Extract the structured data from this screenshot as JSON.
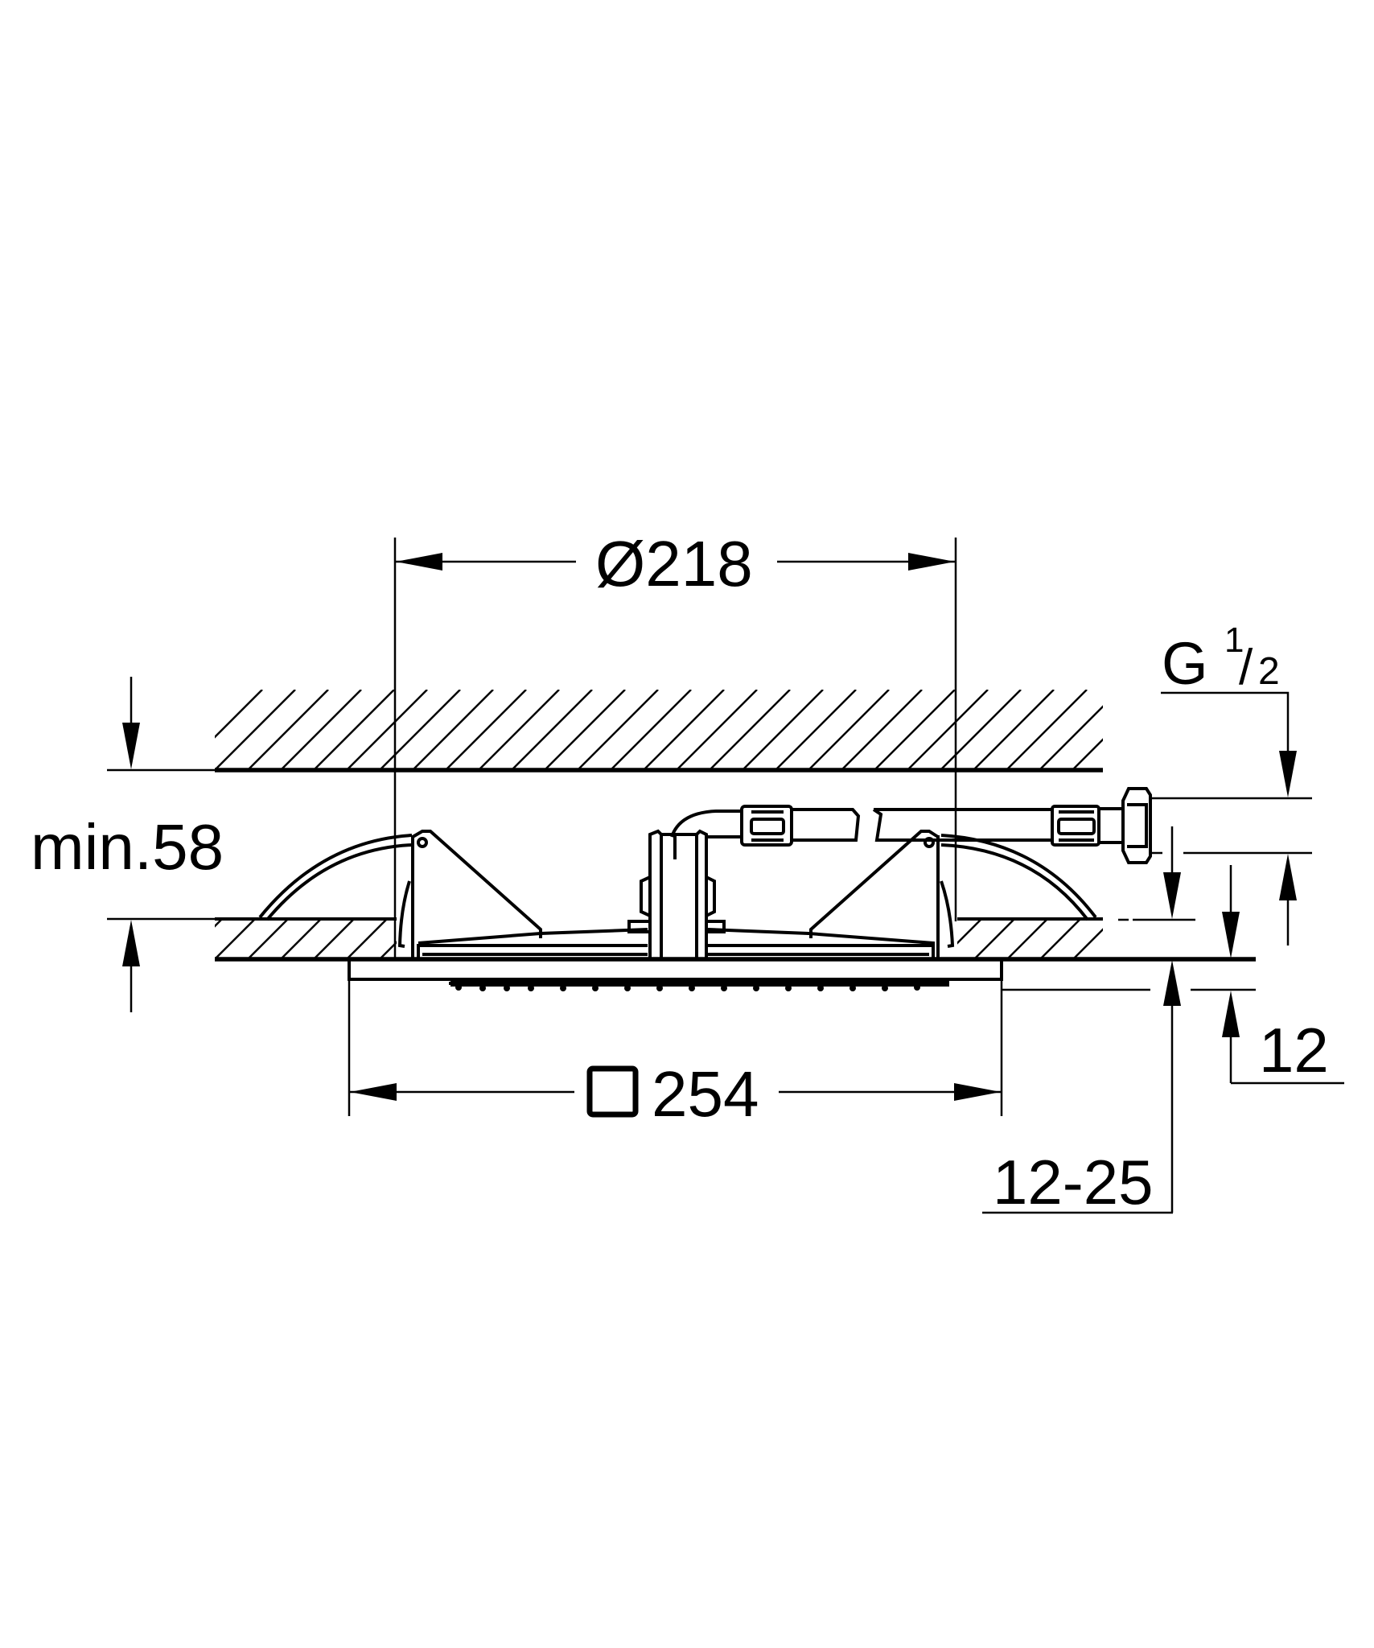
{
  "drawing": {
    "title": "Ceiling-mounted square head shower — installation dimensions",
    "units": "mm",
    "colors": {
      "line": "#000000",
      "background": "#ffffff"
    }
  },
  "dimensions": {
    "diameter": {
      "symbol": "Ø",
      "value": "218"
    },
    "min_depth": {
      "label": "min.58"
    },
    "thread": {
      "letter": "G",
      "numerator": "1",
      "slash": "/",
      "denominator": "2"
    },
    "square": {
      "symbol": "square-symbol",
      "value": "254"
    },
    "plate_thickness": {
      "value": "12"
    },
    "ceiling_thickness_range": {
      "value": "12-25"
    }
  },
  "components": [
    {
      "name": "upper-ceiling-slab"
    },
    {
      "name": "lower-ceiling-panel"
    },
    {
      "name": "left-spring-clip"
    },
    {
      "name": "right-spring-clip"
    },
    {
      "name": "central-mounting-post"
    },
    {
      "name": "flexible-supply-hose"
    },
    {
      "name": "hex-connection-nut"
    },
    {
      "name": "shower-plate"
    }
  ]
}
